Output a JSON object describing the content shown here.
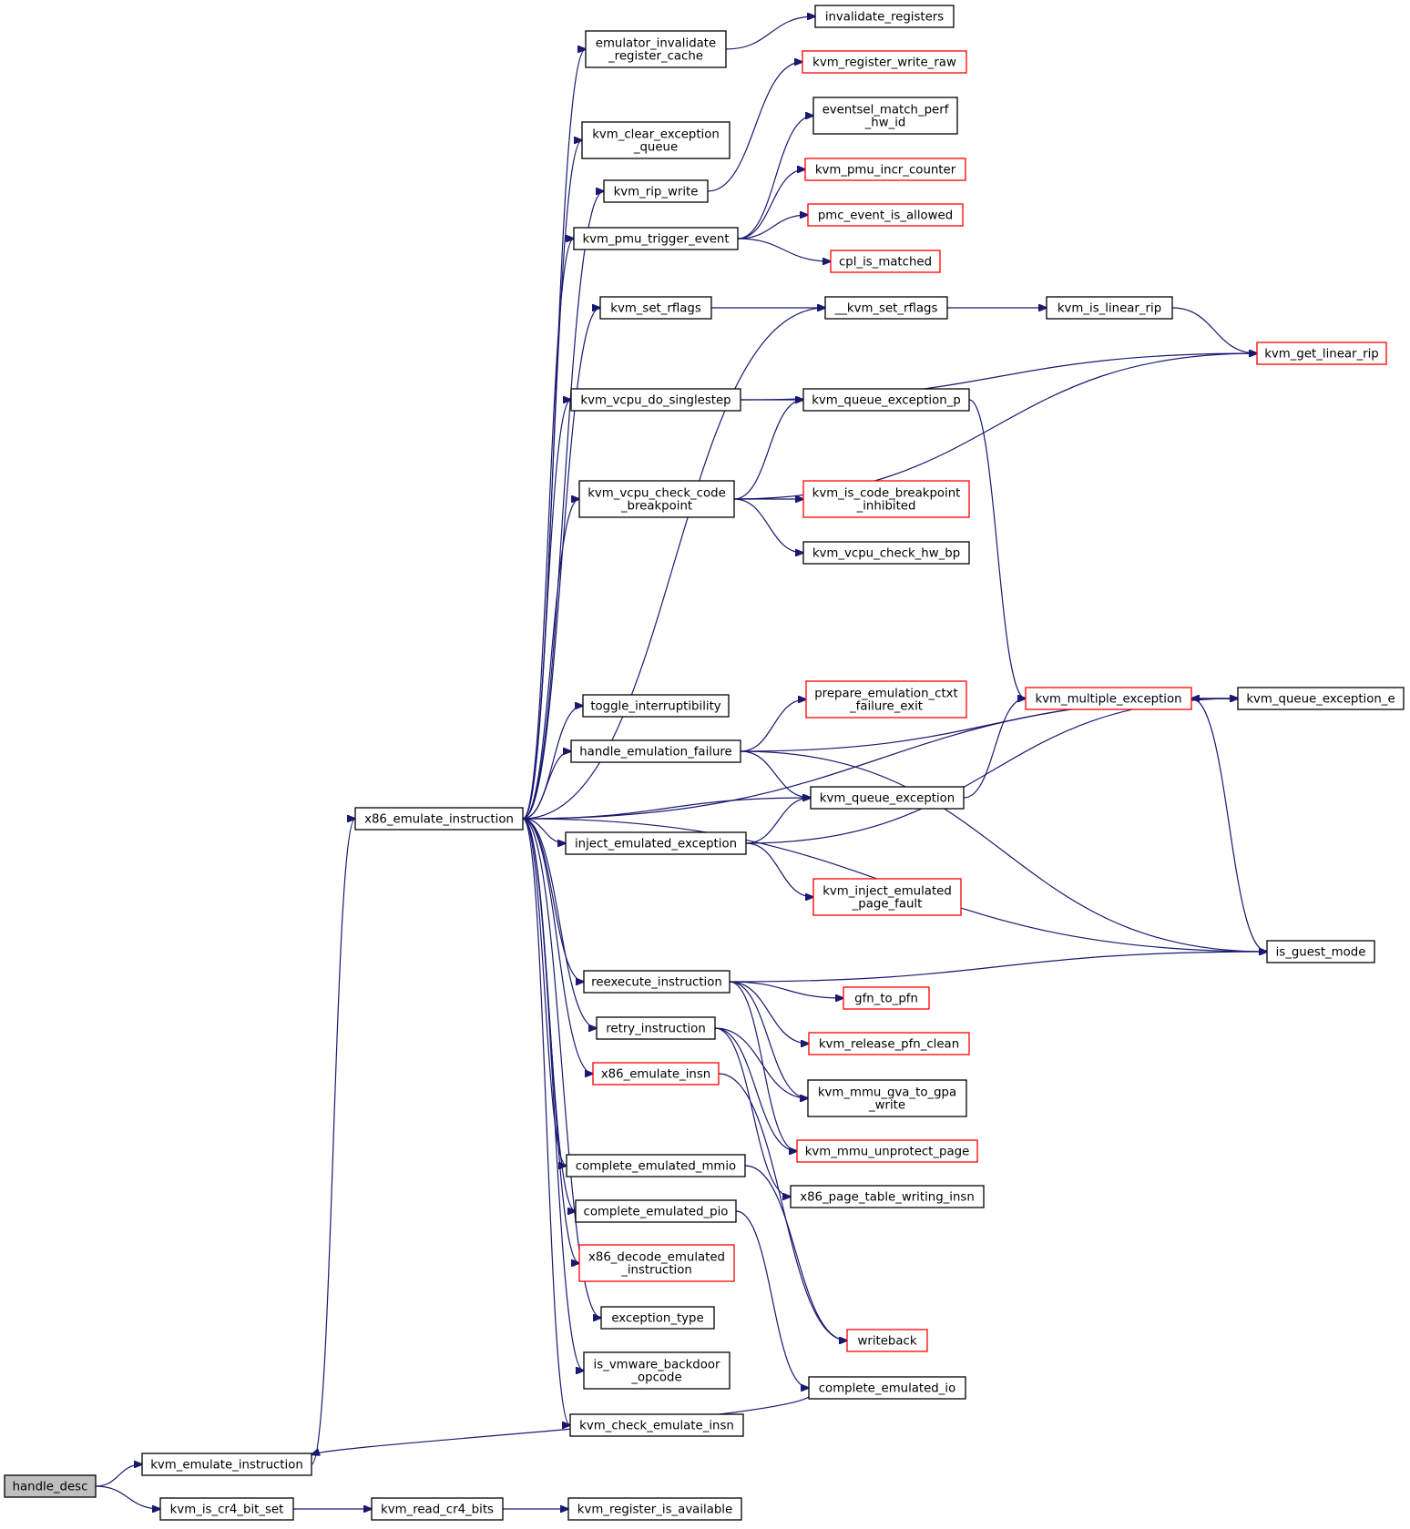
{
  "colors": {
    "edge": "#191970",
    "node_border_normal": "#000000",
    "node_border_truncated": "#ff0000",
    "root_fill": "#bfbfbf",
    "node_fill": "#ffffff",
    "text": "#000000"
  },
  "nodes": [
    {
      "id": "handle_desc",
      "lines": [
        "handle_desc"
      ],
      "style": "root"
    },
    {
      "id": "kvm_emulate_instruction",
      "lines": [
        "kvm_emulate_instruction"
      ],
      "style": "normal"
    },
    {
      "id": "kvm_is_cr4_bit_set",
      "lines": [
        "kvm_is_cr4_bit_set"
      ],
      "style": "normal"
    },
    {
      "id": "kvm_read_cr4_bits",
      "lines": [
        "kvm_read_cr4_bits"
      ],
      "style": "normal"
    },
    {
      "id": "kvm_register_is_available",
      "lines": [
        "kvm_register_is_available"
      ],
      "style": "normal"
    },
    {
      "id": "x86_emulate_instruction",
      "lines": [
        "x86_emulate_instruction"
      ],
      "style": "normal"
    },
    {
      "id": "emulator_invalidate_register_cache",
      "lines": [
        "emulator_invalidate",
        "_register_cache"
      ],
      "style": "normal"
    },
    {
      "id": "invalidate_registers",
      "lines": [
        "invalidate_registers"
      ],
      "style": "normal"
    },
    {
      "id": "kvm_register_write_raw",
      "lines": [
        "kvm_register_write_raw"
      ],
      "style": "truncated"
    },
    {
      "id": "kvm_clear_exception_queue",
      "lines": [
        "kvm_clear_exception",
        "_queue"
      ],
      "style": "normal"
    },
    {
      "id": "eventsel_match_perf_hw_id",
      "lines": [
        "eventsel_match_perf",
        "_hw_id"
      ],
      "style": "normal"
    },
    {
      "id": "kvm_rip_write",
      "lines": [
        "kvm_rip_write"
      ],
      "style": "normal"
    },
    {
      "id": "kvm_pmu_incr_counter",
      "lines": [
        "kvm_pmu_incr_counter"
      ],
      "style": "truncated"
    },
    {
      "id": "kvm_pmu_trigger_event",
      "lines": [
        "kvm_pmu_trigger_event"
      ],
      "style": "normal"
    },
    {
      "id": "pmc_event_is_allowed",
      "lines": [
        "pmc_event_is_allowed"
      ],
      "style": "truncated"
    },
    {
      "id": "cpl_is_matched",
      "lines": [
        "cpl_is_matched"
      ],
      "style": "truncated"
    },
    {
      "id": "kvm_set_rflags",
      "lines": [
        "kvm_set_rflags"
      ],
      "style": "normal"
    },
    {
      "id": "__kvm_set_rflags",
      "lines": [
        "__kvm_set_rflags"
      ],
      "style": "normal"
    },
    {
      "id": "kvm_is_linear_rip",
      "lines": [
        "kvm_is_linear_rip"
      ],
      "style": "normal"
    },
    {
      "id": "kvm_get_linear_rip",
      "lines": [
        "kvm_get_linear_rip"
      ],
      "style": "truncated"
    },
    {
      "id": "kvm_vcpu_do_singlestep",
      "lines": [
        "kvm_vcpu_do_singlestep"
      ],
      "style": "normal"
    },
    {
      "id": "kvm_queue_exception_p",
      "lines": [
        "kvm_queue_exception_p"
      ],
      "style": "normal"
    },
    {
      "id": "kvm_vcpu_check_code_breakpoint",
      "lines": [
        "kvm_vcpu_check_code",
        "_breakpoint"
      ],
      "style": "normal"
    },
    {
      "id": "kvm_is_code_breakpoint_inhibited",
      "lines": [
        "kvm_is_code_breakpoint",
        "_inhibited"
      ],
      "style": "truncated"
    },
    {
      "id": "kvm_vcpu_check_hw_bp",
      "lines": [
        "kvm_vcpu_check_hw_bp"
      ],
      "style": "normal"
    },
    {
      "id": "toggle_interruptibility",
      "lines": [
        "toggle_interruptibility"
      ],
      "style": "normal"
    },
    {
      "id": "prepare_emulation_ctxt_failure_exit",
      "lines": [
        "prepare_emulation_ctxt",
        "_failure_exit"
      ],
      "style": "truncated"
    },
    {
      "id": "kvm_multiple_exception",
      "lines": [
        "kvm_multiple_exception"
      ],
      "style": "truncated"
    },
    {
      "id": "kvm_queue_exception_e",
      "lines": [
        "kvm_queue_exception_e"
      ],
      "style": "normal"
    },
    {
      "id": "handle_emulation_failure",
      "lines": [
        "handle_emulation_failure"
      ],
      "style": "normal"
    },
    {
      "id": "kvm_queue_exception",
      "lines": [
        "kvm_queue_exception"
      ],
      "style": "normal"
    },
    {
      "id": "inject_emulated_exception",
      "lines": [
        "inject_emulated_exception"
      ],
      "style": "normal"
    },
    {
      "id": "kvm_inject_emulated_page_fault",
      "lines": [
        "kvm_inject_emulated",
        "_page_fault"
      ],
      "style": "truncated"
    },
    {
      "id": "is_guest_mode",
      "lines": [
        "is_guest_mode"
      ],
      "style": "normal"
    },
    {
      "id": "reexecute_instruction",
      "lines": [
        "reexecute_instruction"
      ],
      "style": "normal"
    },
    {
      "id": "gfn_to_pfn",
      "lines": [
        "gfn_to_pfn"
      ],
      "style": "truncated"
    },
    {
      "id": "retry_instruction",
      "lines": [
        "retry_instruction"
      ],
      "style": "normal"
    },
    {
      "id": "kvm_release_pfn_clean",
      "lines": [
        "kvm_release_pfn_clean"
      ],
      "style": "truncated"
    },
    {
      "id": "x86_emulate_insn",
      "lines": [
        "x86_emulate_insn"
      ],
      "style": "truncated"
    },
    {
      "id": "kvm_mmu_gva_to_gpa_write",
      "lines": [
        "kvm_mmu_gva_to_gpa",
        "_write"
      ],
      "style": "normal"
    },
    {
      "id": "kvm_mmu_unprotect_page",
      "lines": [
        "kvm_mmu_unprotect_page"
      ],
      "style": "truncated"
    },
    {
      "id": "complete_emulated_mmio",
      "lines": [
        "complete_emulated_mmio"
      ],
      "style": "normal"
    },
    {
      "id": "x86_page_table_writing_insn",
      "lines": [
        "x86_page_table_writing_insn"
      ],
      "style": "normal"
    },
    {
      "id": "complete_emulated_pio",
      "lines": [
        "complete_emulated_pio"
      ],
      "style": "normal"
    },
    {
      "id": "x86_decode_emulated_instruction",
      "lines": [
        "x86_decode_emulated",
        "_instruction"
      ],
      "style": "truncated"
    },
    {
      "id": "exception_type",
      "lines": [
        "exception_type"
      ],
      "style": "normal"
    },
    {
      "id": "writeback",
      "lines": [
        "writeback"
      ],
      "style": "truncated"
    },
    {
      "id": "is_vmware_backdoor_opcode",
      "lines": [
        "is_vmware_backdoor",
        "_opcode"
      ],
      "style": "normal"
    },
    {
      "id": "complete_emulated_io",
      "lines": [
        "complete_emulated_io"
      ],
      "style": "normal"
    },
    {
      "id": "kvm_check_emulate_insn",
      "lines": [
        "kvm_check_emulate_insn"
      ],
      "style": "normal"
    }
  ],
  "edges": [
    [
      "handle_desc",
      "kvm_emulate_instruction"
    ],
    [
      "handle_desc",
      "kvm_is_cr4_bit_set"
    ],
    [
      "kvm_is_cr4_bit_set",
      "kvm_read_cr4_bits"
    ],
    [
      "kvm_read_cr4_bits",
      "kvm_register_is_available"
    ],
    [
      "kvm_emulate_instruction",
      "x86_emulate_instruction"
    ],
    [
      "x86_emulate_instruction",
      "emulator_invalidate_register_cache"
    ],
    [
      "emulator_invalidate_register_cache",
      "invalidate_registers"
    ],
    [
      "x86_emulate_instruction",
      "kvm_clear_exception_queue"
    ],
    [
      "x86_emulate_instruction",
      "kvm_rip_write"
    ],
    [
      "kvm_rip_write",
      "kvm_register_write_raw"
    ],
    [
      "x86_emulate_instruction",
      "kvm_pmu_trigger_event"
    ],
    [
      "kvm_pmu_trigger_event",
      "eventsel_match_perf_hw_id"
    ],
    [
      "kvm_pmu_trigger_event",
      "kvm_pmu_incr_counter"
    ],
    [
      "kvm_pmu_trigger_event",
      "pmc_event_is_allowed"
    ],
    [
      "kvm_pmu_trigger_event",
      "cpl_is_matched"
    ],
    [
      "x86_emulate_instruction",
      "kvm_set_rflags"
    ],
    [
      "kvm_set_rflags",
      "__kvm_set_rflags"
    ],
    [
      "x86_emulate_instruction",
      "__kvm_set_rflags"
    ],
    [
      "__kvm_set_rflags",
      "kvm_is_linear_rip"
    ],
    [
      "kvm_is_linear_rip",
      "kvm_get_linear_rip"
    ],
    [
      "x86_emulate_instruction",
      "kvm_vcpu_do_singlestep"
    ],
    [
      "kvm_vcpu_do_singlestep",
      "kvm_get_linear_rip"
    ],
    [
      "kvm_vcpu_do_singlestep",
      "kvm_queue_exception_p"
    ],
    [
      "kvm_queue_exception_p",
      "kvm_multiple_exception"
    ],
    [
      "x86_emulate_instruction",
      "kvm_vcpu_check_code_breakpoint"
    ],
    [
      "kvm_vcpu_check_code_breakpoint",
      "kvm_get_linear_rip"
    ],
    [
      "kvm_vcpu_check_code_breakpoint",
      "kvm_queue_exception_p"
    ],
    [
      "kvm_vcpu_check_code_breakpoint",
      "kvm_is_code_breakpoint_inhibited"
    ],
    [
      "kvm_vcpu_check_code_breakpoint",
      "kvm_vcpu_check_hw_bp"
    ],
    [
      "x86_emulate_instruction",
      "kvm_queue_exception_e"
    ],
    [
      "x86_emulate_instruction",
      "toggle_interruptibility"
    ],
    [
      "x86_emulate_instruction",
      "handle_emulation_failure"
    ],
    [
      "handle_emulation_failure",
      "prepare_emulation_ctxt_failure_exit"
    ],
    [
      "handle_emulation_failure",
      "kvm_queue_exception_e"
    ],
    [
      "handle_emulation_failure",
      "kvm_queue_exception"
    ],
    [
      "handle_emulation_failure",
      "is_guest_mode"
    ],
    [
      "kvm_multiple_exception",
      "kvm_queue_exception_e"
    ],
    [
      "kvm_queue_exception_e",
      "kvm_multiple_exception"
    ],
    [
      "kvm_multiple_exception",
      "is_guest_mode"
    ],
    [
      "x86_emulate_instruction",
      "kvm_queue_exception"
    ],
    [
      "kvm_queue_exception",
      "kvm_multiple_exception"
    ],
    [
      "x86_emulate_instruction",
      "inject_emulated_exception"
    ],
    [
      "inject_emulated_exception",
      "kvm_queue_exception"
    ],
    [
      "inject_emulated_exception",
      "kvm_queue_exception_e"
    ],
    [
      "inject_emulated_exception",
      "kvm_inject_emulated_page_fault"
    ],
    [
      "x86_emulate_instruction",
      "reexecute_instruction"
    ],
    [
      "reexecute_instruction",
      "is_guest_mode"
    ],
    [
      "reexecute_instruction",
      "gfn_to_pfn"
    ],
    [
      "reexecute_instruction",
      "kvm_release_pfn_clean"
    ],
    [
      "reexecute_instruction",
      "kvm_mmu_gva_to_gpa_write"
    ],
    [
      "reexecute_instruction",
      "kvm_mmu_unprotect_page"
    ],
    [
      "x86_emulate_instruction",
      "retry_instruction"
    ],
    [
      "retry_instruction",
      "kvm_mmu_gva_to_gpa_write"
    ],
    [
      "retry_instruction",
      "kvm_mmu_unprotect_page"
    ],
    [
      "retry_instruction",
      "x86_page_table_writing_insn"
    ],
    [
      "x86_emulate_instruction",
      "x86_emulate_insn"
    ],
    [
      "x86_emulate_insn",
      "writeback"
    ],
    [
      "x86_emulate_instruction",
      "is_guest_mode"
    ],
    [
      "x86_emulate_instruction",
      "complete_emulated_mmio"
    ],
    [
      "complete_emulated_mmio",
      "writeback"
    ],
    [
      "x86_emulate_instruction",
      "complete_emulated_pio"
    ],
    [
      "complete_emulated_pio",
      "complete_emulated_io"
    ],
    [
      "x86_emulate_instruction",
      "x86_decode_emulated_instruction"
    ],
    [
      "x86_emulate_instruction",
      "exception_type"
    ],
    [
      "x86_emulate_instruction",
      "is_vmware_backdoor_opcode"
    ],
    [
      "x86_emulate_instruction",
      "kvm_check_emulate_insn"
    ],
    [
      "complete_emulated_io",
      "kvm_emulate_instruction"
    ]
  ]
}
